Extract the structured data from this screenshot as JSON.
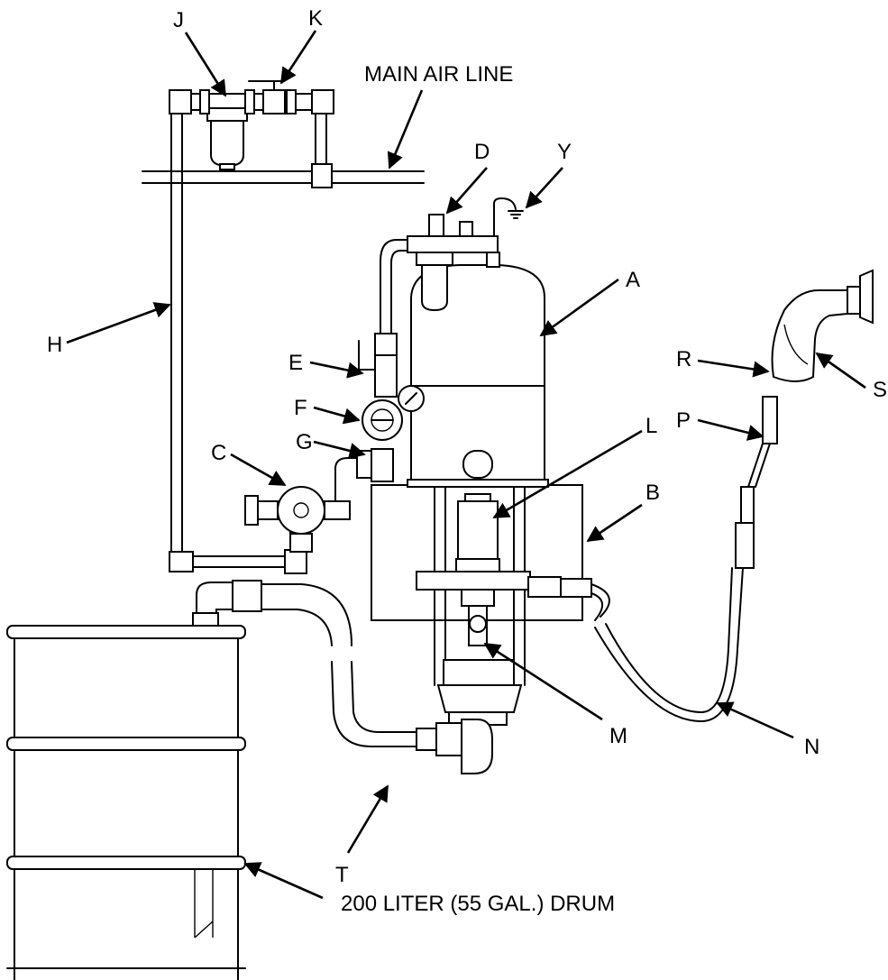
{
  "labels": {
    "J": "J",
    "K": "K",
    "D": "D",
    "Y": "Y",
    "A": "A",
    "H": "H",
    "E": "E",
    "F": "F",
    "G": "G",
    "C": "C",
    "L": "L",
    "B": "B",
    "R": "R",
    "S": "S",
    "P": "P",
    "M": "M",
    "N": "N",
    "T": "T"
  },
  "captions": {
    "main_air_line": "MAIN AIR LINE",
    "drum": "200 LITER (55 GAL.) DRUM"
  },
  "colors": {
    "line": "#000000",
    "background": "#ffffff"
  }
}
